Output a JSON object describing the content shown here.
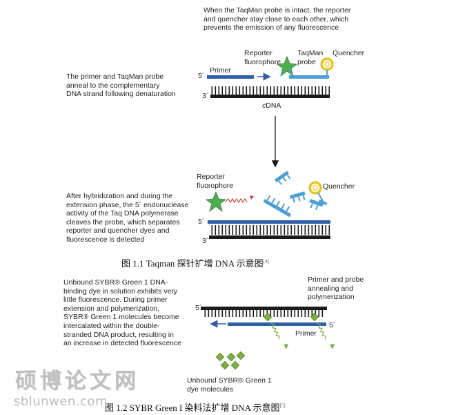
{
  "figure1": {
    "intact_note": "When the TaqMan probe is intact, the reporter\nand quencher stay close to each other, which\nprevents the emission of any fluorescence",
    "reporter_label": "Reporter\nfluorophore",
    "probe_label": "TaqMan\nprobe",
    "quencher_label": "Quencher",
    "primer_label": "Primer",
    "five_prime": "5´",
    "three_prime": "3´",
    "cdna_label": "cDNA",
    "anneal_note": "The primer and TaqMan probe\nanneal to the complementary\nDNA strand following denaturation",
    "reporter_label_2": "Reporter\nfluorophore",
    "quencher_label_2": "Quencher",
    "cleave_note": "After hybridization and during the\nextension phase, the 5´ endonuclease\nactivity of the Taq DNA polymerase\ncleaves the probe, which separates\nreporter and quencher dyes and\nfluorescence is detected",
    "five_prime_2": "5´",
    "three_prime_2": "3´",
    "caption_main": "图 1.1 Taqman 探针扩增 DNA 示意图",
    "caption_ref": "[4]"
  },
  "figure2": {
    "unbound_note": "Unbound SYBR® Green 1 DNA-\nbinding dye in solution exhibits very\nlittle fluorescence. During primer\nextension and polymerization,\nSYBR® Green 1 molecules become\nintercalated within the double-\nstranded DNA product, resulting in\nan increase in detected fluorescence",
    "primer_probe_label": "Primer and probe\nannealing and\npolymerization",
    "five_prime_top": "5´",
    "five_prime_right": "5´",
    "primer_label": "Primer",
    "unbound_dye_label": "Unbound SYBR® Green 1\ndye molecules",
    "caption_main": "图 1.2 SYBR Green I 染料法扩增 DNA 示意图",
    "caption_ref": "[5]"
  },
  "watermark": {
    "cn": "硕博论文网",
    "en": "sblunwen.com"
  },
  "colors": {
    "strand_dark": "#1a1a1a",
    "primer_blue": "#2f5fa8",
    "probe_blue": "#4a9fd8",
    "reporter_green": "#4caf50",
    "quencher_yellow": "#e8c21a",
    "emission_red": "#d23a3a",
    "sybr_green": "#7ab23a"
  }
}
